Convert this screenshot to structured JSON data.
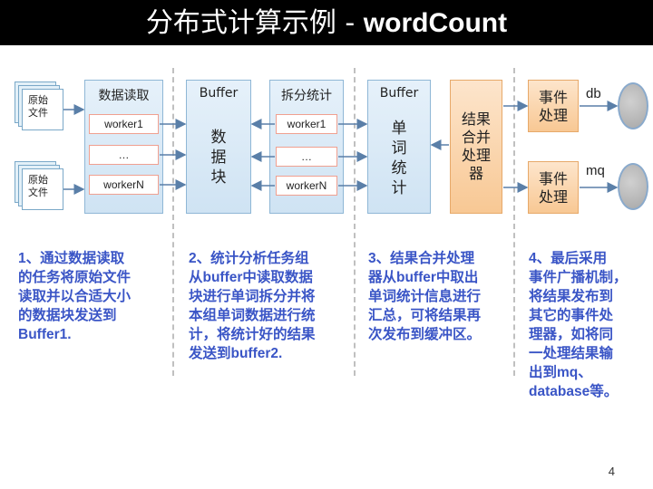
{
  "title": {
    "prefix": "分布式计算示例 - ",
    "emphasis": "wordCount"
  },
  "files": [
    {
      "label": "原始文件"
    },
    {
      "label": "原始文件"
    }
  ],
  "reader": {
    "header": "数据读取",
    "workers": [
      "worker1",
      "…",
      "workerN"
    ]
  },
  "buffer1": {
    "header": "Buffer",
    "chars": [
      "数",
      "据",
      "块"
    ]
  },
  "splitter": {
    "header": "拆分统计",
    "workers": [
      "worker1",
      "…",
      "workerN"
    ]
  },
  "buffer2": {
    "header": "Buffer",
    "chars": [
      "单",
      "词",
      "统",
      "计"
    ]
  },
  "merger": {
    "lines": [
      "结果",
      "合并",
      "处理",
      "器"
    ]
  },
  "events": [
    {
      "lines": [
        "事件",
        "处理"
      ],
      "target": "db"
    },
    {
      "lines": [
        "事件",
        "处理"
      ],
      "target": "mq"
    }
  ],
  "descriptions": [
    [
      "1、通过数据读取",
      "的任务将原始文件",
      "读取并以合适大小",
      "的数据块发送到",
      "Buffer1."
    ],
    [
      "2、统计分析任务组",
      "从buffer中读取数据",
      "块进行单词拆分并将",
      "本组单词数据进行统",
      "计，将统计好的结果",
      "发送到buffer2."
    ],
    [
      "3、结果合并处理",
      "器从buffer中取出",
      "单词统计信息进行",
      "汇总，可将结果再",
      "次发布到缓冲区。"
    ],
    [
      "4、最后采用",
      "事件广播机制，",
      "将结果发布到",
      "其它的事件处",
      "理器，如将同",
      "一处理结果输",
      "出到mq、",
      "database等。"
    ]
  ],
  "page_number": "4",
  "colors": {
    "title_bg": "#000000",
    "description_text": "#3a55c6",
    "blue_box": "#cfe3f3",
    "orange_box": "#f8c894",
    "worker_border": "#f0a090"
  }
}
